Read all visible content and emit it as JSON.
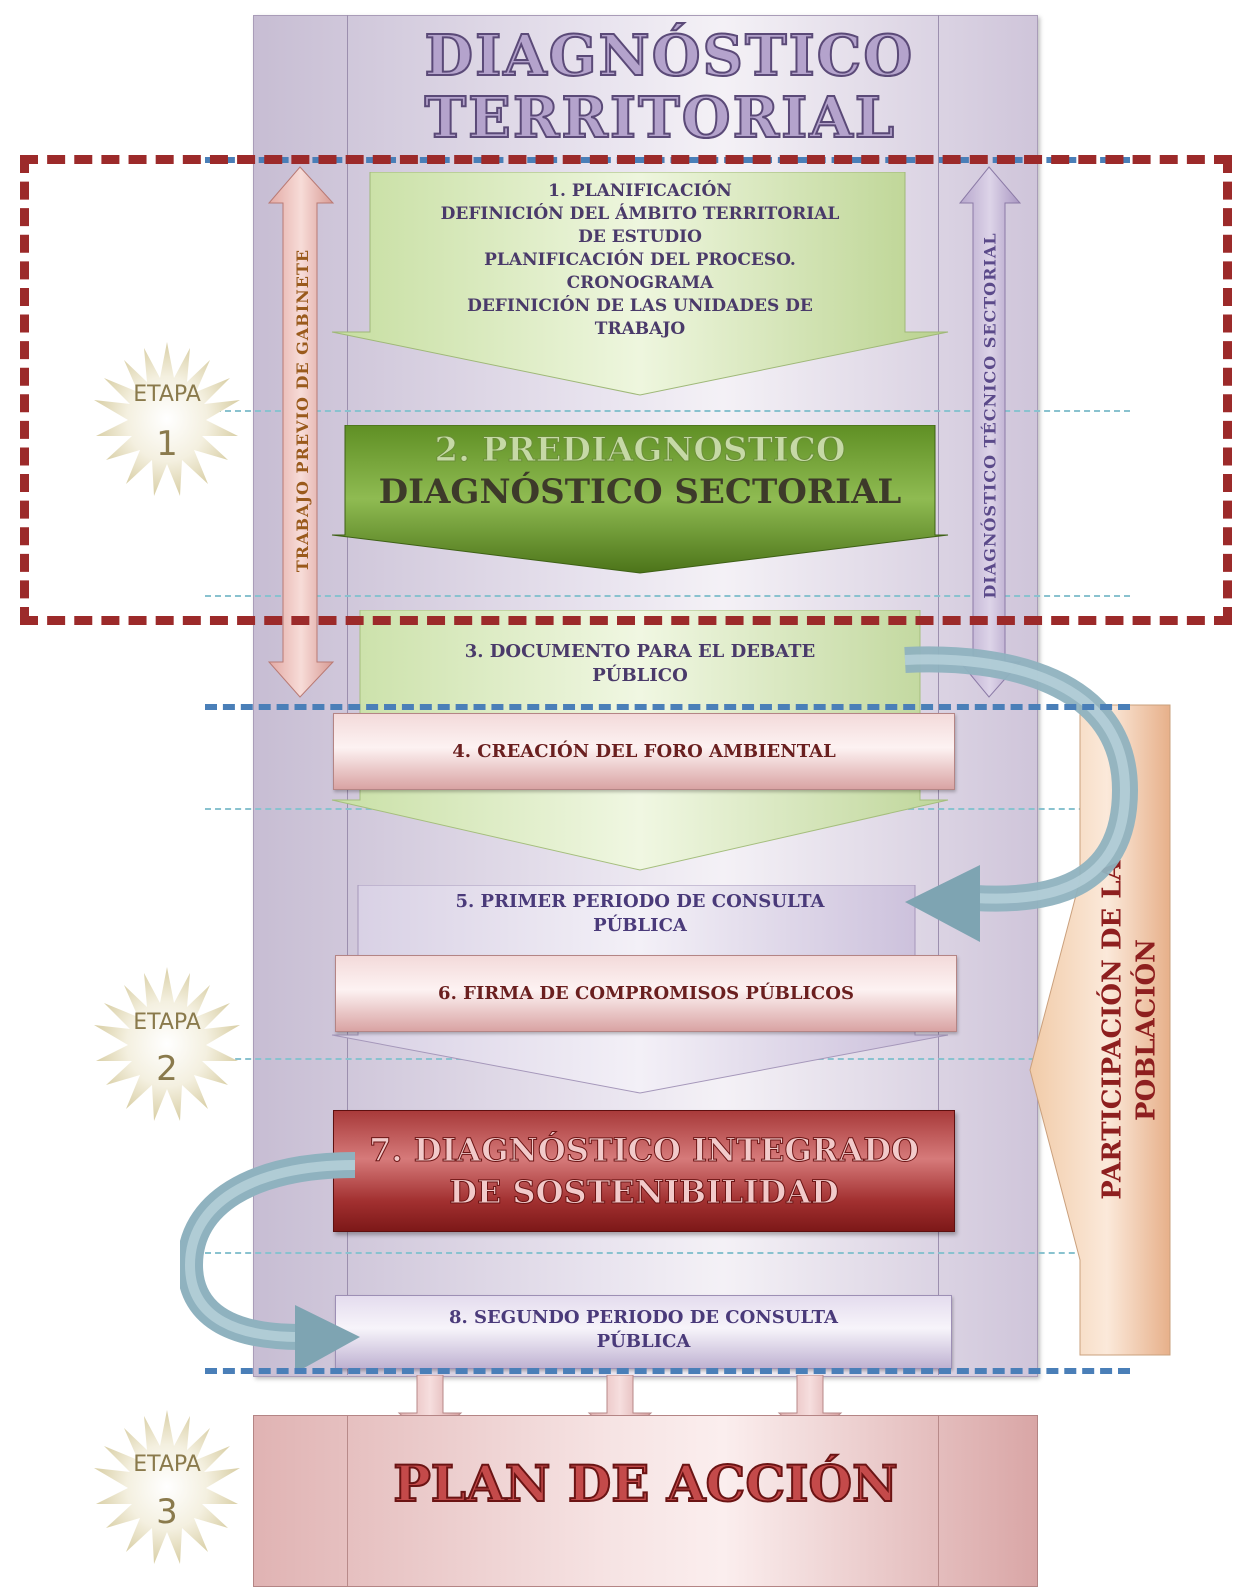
{
  "title": "DIAGNÓSTICO TERRITORIAL",
  "stages": [
    {
      "label": "ETAPA",
      "number": "1"
    },
    {
      "label": "ETAPA",
      "number": "2"
    },
    {
      "label": "ETAPA",
      "number": "3"
    }
  ],
  "left_arrow_label": "TRABAJO PREVIO DE GABINETE",
  "right_arrow_label": "DIAGNÓSTICO TÉCNICO SECTORIAL",
  "participation_label_line1": "PARTICIPACIÓN DE LA",
  "participation_label_line2": "POBLACIÓN",
  "steps": {
    "s1": {
      "title": "1. PLANIFICACIÓN",
      "l1": "DEFINICIÓN DEL ÁMBITO TERRITORIAL",
      "l2": "DE ESTUDIO",
      "l3": "PLANIFICACIÓN DEL PROCESO.",
      "l4": "CRONOGRAMA",
      "l5": "DEFINICIÓN DE LAS UNIDADES DE",
      "l6": "TRABAJO"
    },
    "s2_line1": "2. PREDIAGNOSTICO",
    "s2_line2": "DIAGNÓSTICO SECTORIAL",
    "s3_line1": "3. DOCUMENTO PARA EL DEBATE",
    "s3_line2": "PÚBLICO",
    "s4": "4. CREACIÓN DEL FORO AMBIENTAL",
    "s5_line1": "5. PRIMER PERIODO DE CONSULTA",
    "s5_line2": "PÚBLICA",
    "s6": "6. FIRMA DE COMPROMISOS PÚBLICOS",
    "s7_line1": "7. DIAGNÓSTICO INTEGRADO",
    "s7_line2": "DE SOSTENIBILIDAD",
    "s8_line1": "8. SEGUNDO PERIODO DE CONSULTA",
    "s8_line2": "PÚBLICA"
  },
  "final_box": "PLAN DE ACCIÓN",
  "colors": {
    "stage1_green": "#4f7a1c",
    "light_green": "#dfeec4",
    "pink": "#e7bcbc",
    "dark_red": "#8e1f1f",
    "lavender": "#c9bfdc",
    "title_purple": "#5b4a78",
    "red_dash": "#9c2a2a",
    "blue_dash": "#4a7fb8",
    "peach": "#f4c9a6"
  }
}
